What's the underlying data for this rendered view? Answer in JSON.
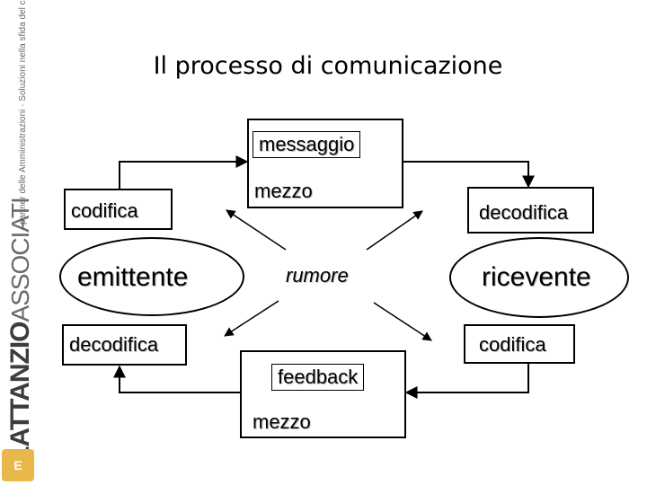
{
  "brand": {
    "name": "LATTANZIO",
    "name_suffix": "ASSOCIATI",
    "tagline": "partner delle Amministrazioni · Soluzioni nella sfida del cambiamento",
    "badge": "E"
  },
  "title": "Il processo di comunicazione",
  "nodes": {
    "messaggio": "messaggio",
    "mezzo_top": "mezzo",
    "codifica_left": "codifica",
    "decodifica_right": "decodifica",
    "emittente": "emittente",
    "rumore": "rumore",
    "ricevente": "ricevente",
    "decodifica_left": "decodifica",
    "codifica_right": "codifica",
    "feedback": "feedback",
    "mezzo_bottom": "mezzo"
  }
}
